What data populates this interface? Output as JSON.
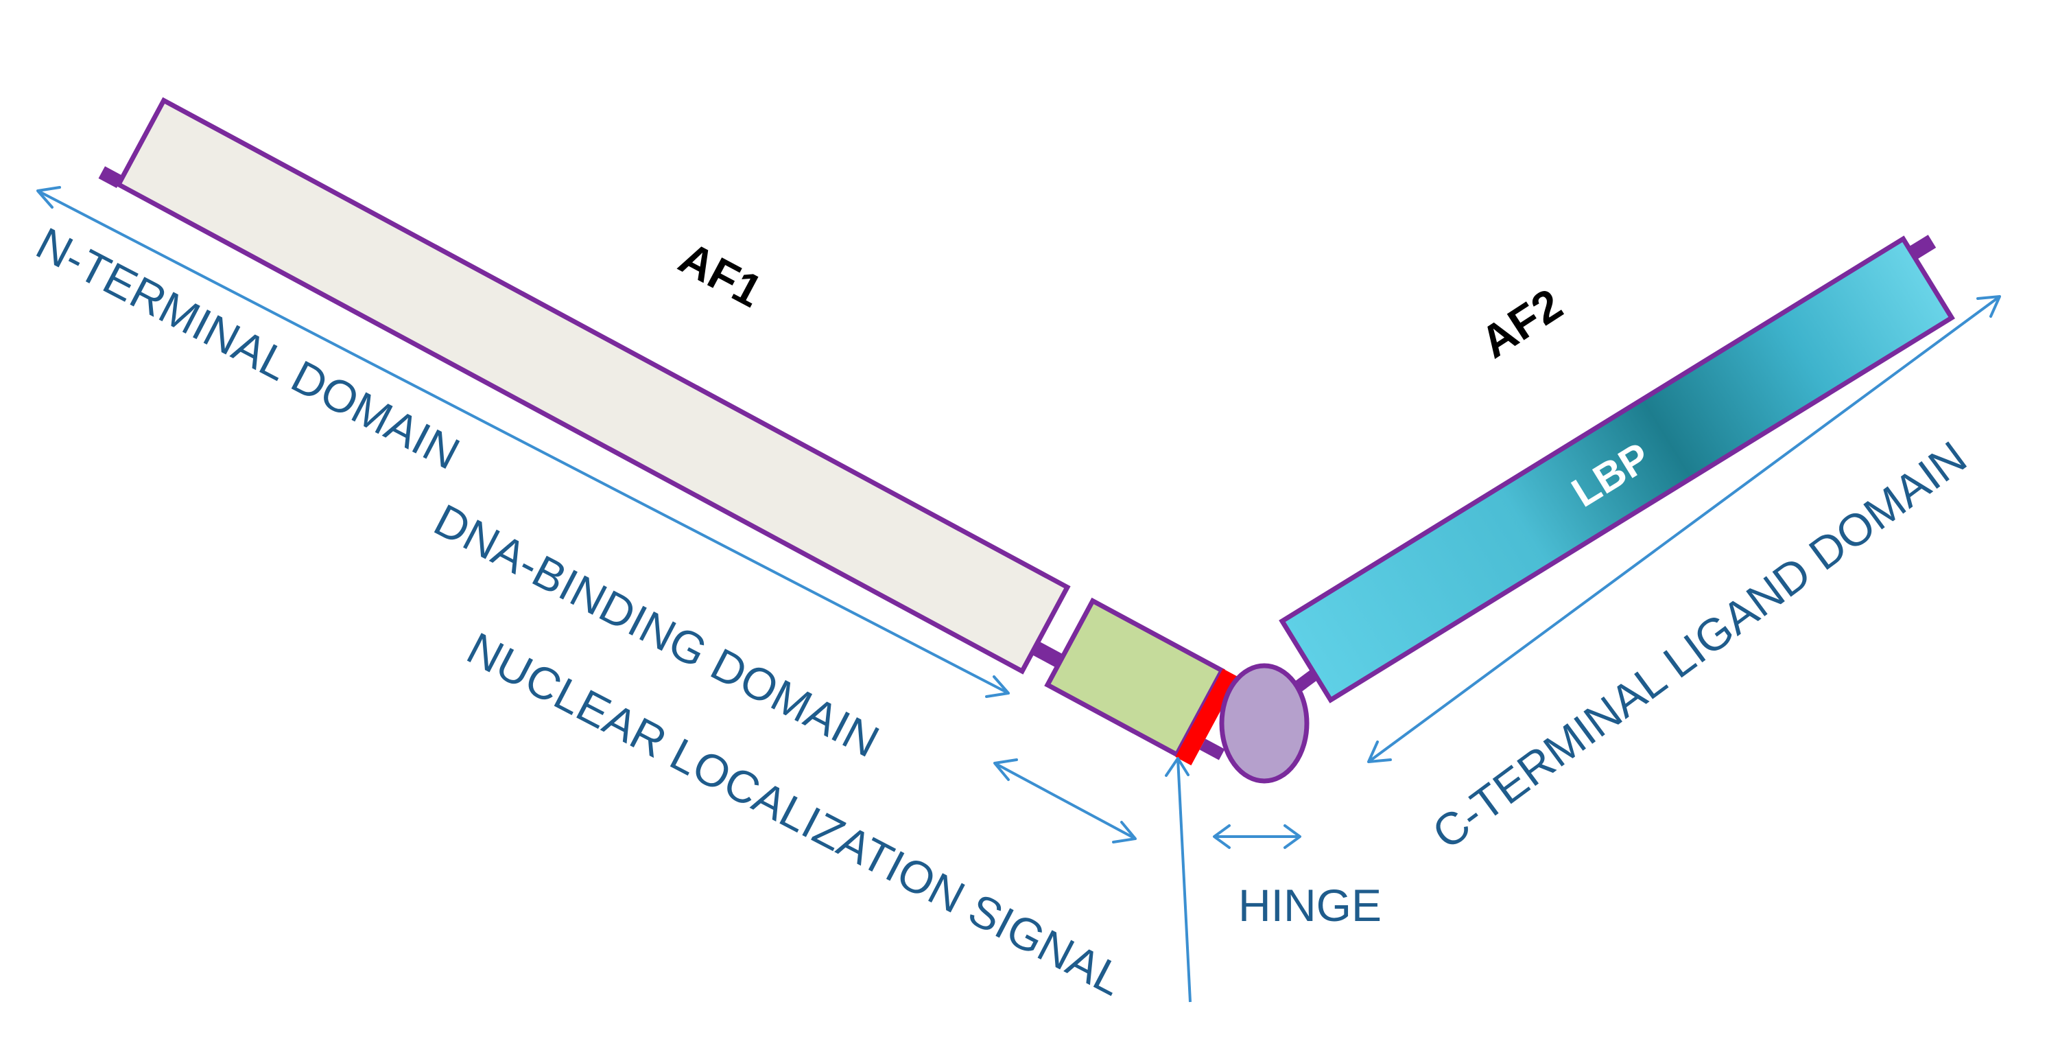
{
  "labels": {
    "n_terminal": "N-TERMINAL DOMAIN",
    "dna_binding": "DNA-BINDING DOMAIN",
    "nuclear_localization": "NUCLEAR LOCALIZATION SIGNAL",
    "hinge": "HINGE",
    "c_terminal": "C-TERMINAL LIGAND DOMAIN",
    "af1": "AF1",
    "af2": "AF2",
    "lbp": "LBP"
  },
  "colors": {
    "n_terminal_fill": "#efede6",
    "dna_binding_fill": "#c5db9b",
    "nls_bar": "#ff0000",
    "hinge_fill": "#b5a0cc",
    "ligand_domain_light": "#5fd0e6",
    "ligand_domain_dark": "#1d7d8e",
    "outline": "#7a2a9c",
    "arrow": "#3b8fd1",
    "label_text": "#1f5c8c"
  }
}
